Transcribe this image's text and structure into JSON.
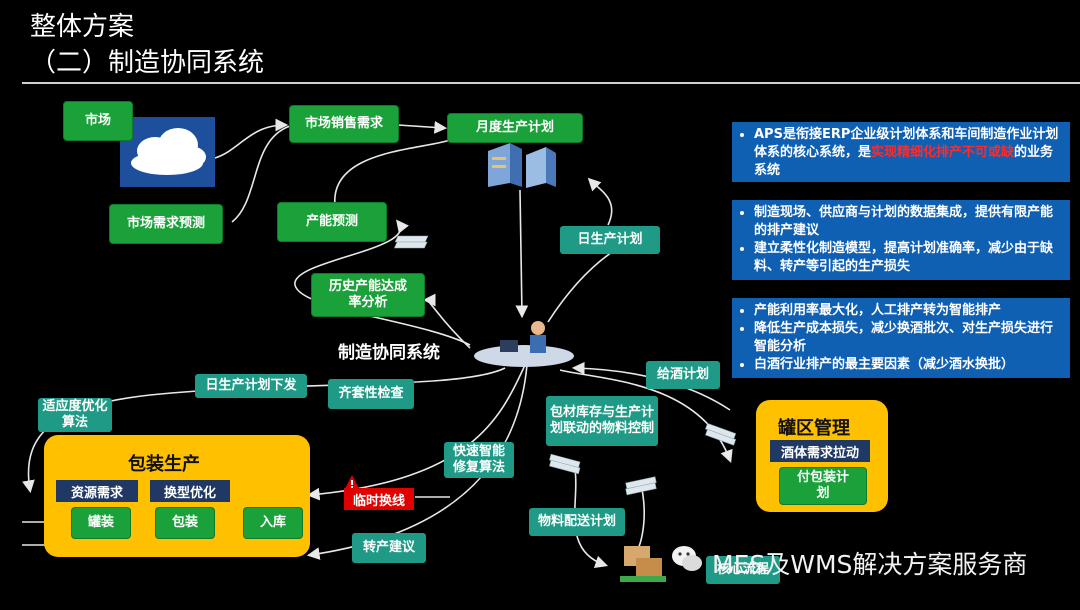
{
  "title": {
    "line1": "整体方案",
    "line2": "（二）制造协同系统"
  },
  "nodes": {
    "market": "市场",
    "market_forecast": "市场需求预测",
    "market_sales_demand": "市场销售需求",
    "monthly_plan": "月度生产计划",
    "capacity_forecast": "产能预测",
    "daily_plan": "日生产计划",
    "history_capacity": "历史产能达成率分析",
    "central_system": "制造协同系统",
    "daily_plan_issue": "日生产计划下发",
    "kit_check": "齐套性检查",
    "adaptive_algo": "适应度优化算法",
    "wine_plan": "给酒计划",
    "packing_linkage": "包材库存与生产计划联动的物料控制",
    "quick_repair": "快速智能修复算法",
    "temp_change": "临时换线",
    "material_delivery": "物料配送计划",
    "transfer_suggestion": "转产建议",
    "core_logistics": "核心流程"
  },
  "packaging": {
    "title": "包装生产",
    "resource_demand": "资源需求",
    "changeover_opt": "换型优化",
    "steps": [
      "罐装",
      "包装",
      "入库"
    ]
  },
  "tank": {
    "title": "罐区管理",
    "pull": "酒体需求拉动",
    "pay_plan": "付包装计划"
  },
  "info_boxes": [
    {
      "items": [
        {
          "parts": [
            {
              "t": "APS是衔接ERP企业级计划体系和车间制造作业计划体系的核心系统，是",
              "red": false
            },
            {
              "t": "实现精细化排产不可或缺",
              "red": true
            },
            {
              "t": "的业务系统",
              "red": false
            }
          ]
        }
      ]
    },
    {
      "items": [
        {
          "parts": [
            {
              "t": "制造现场、供应商与计划的数据集成，提供有限产能的排产建议",
              "red": false
            }
          ]
        },
        {
          "parts": [
            {
              "t": "建立柔性化制造模型，提高计划准确率，减少由于缺料、转产等引起的生产损失",
              "red": false
            }
          ]
        }
      ]
    },
    {
      "items": [
        {
          "parts": [
            {
              "t": "产能利用率最大化，人工排产转为智能排产",
              "red": false
            }
          ]
        },
        {
          "parts": [
            {
              "t": "降低生产成本损失，减少换酒批次、对生产损失进行智能分析",
              "red": false
            }
          ]
        },
        {
          "parts": [
            {
              "t": "白酒行业排产的最主要因素（减少酒水换批）",
              "red": false
            }
          ]
        }
      ]
    }
  ],
  "watermark": "MES及WMS解决方案服务商",
  "colors": {
    "green": "#1aa13a",
    "teal": "#1e9a86",
    "blue": "#0f5fb3",
    "gold": "#ffc000",
    "navy": "#1f3864",
    "red": "#e00000"
  }
}
